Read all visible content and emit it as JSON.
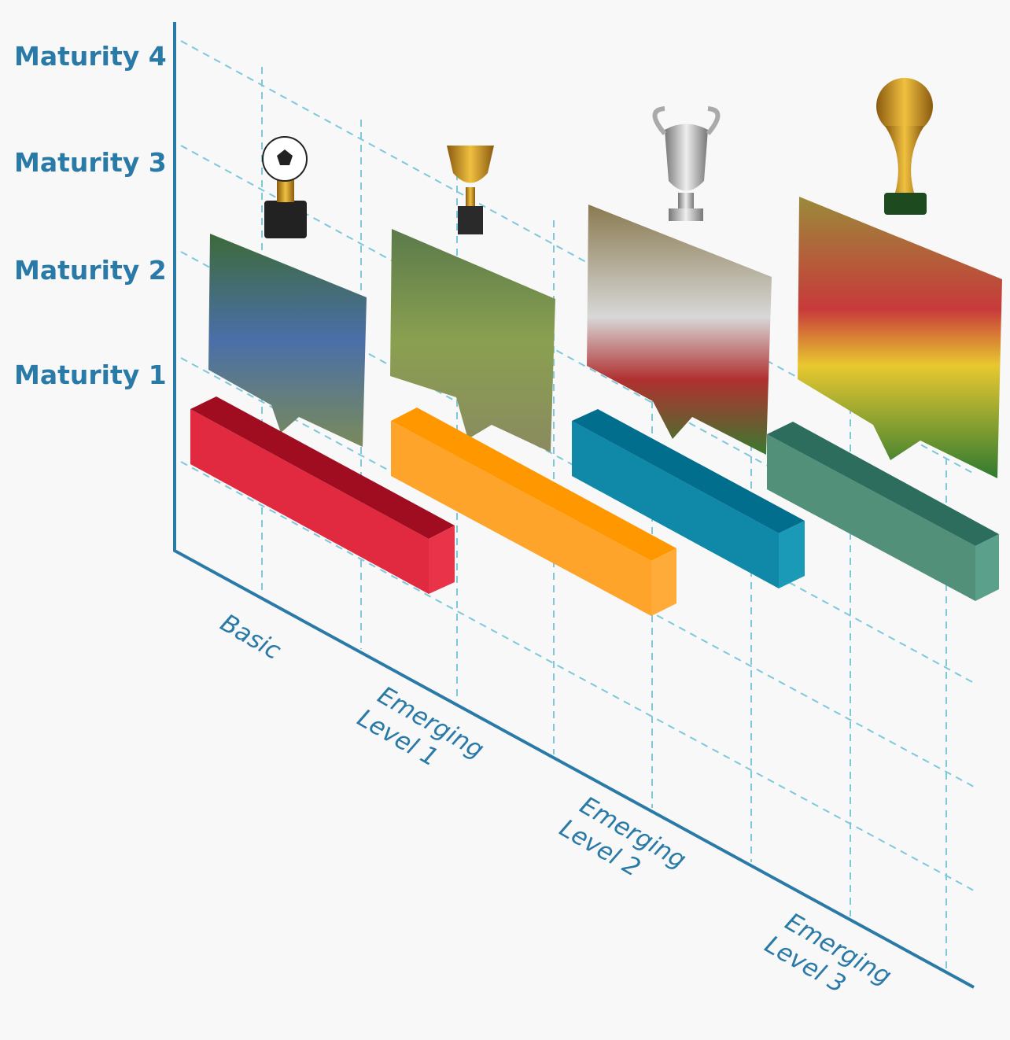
{
  "maturity_levels": [
    "Maturity 4",
    "Maturity 3",
    "Maturity 2",
    "Maturity 1"
  ],
  "categories": [
    {
      "line1": "Basic",
      "line2": ""
    },
    {
      "line1": "Emerging",
      "line2": "Level 1"
    },
    {
      "line1": "Emerging",
      "line2": "Level 2"
    },
    {
      "line1": "Emerging",
      "line2": "Level 3"
    }
  ],
  "bars": [
    {
      "name": "basic",
      "front": "#e12a40",
      "top": "#a00d20",
      "end": "#e83348"
    },
    {
      "name": "emerging-1",
      "front": "#ffa42a",
      "top": "#ff9800",
      "end": "#ffab3a"
    },
    {
      "name": "emerging-2",
      "front": "#1088a8",
      "top": "#006e8c",
      "end": "#1b9ab8"
    },
    {
      "name": "emerging-3",
      "front": "#52907a",
      "top": "#2d6d5e",
      "end": "#5aa08a"
    }
  ],
  "colors": {
    "axis": "#2a7aa8",
    "grid": "#7ec8dc"
  }
}
